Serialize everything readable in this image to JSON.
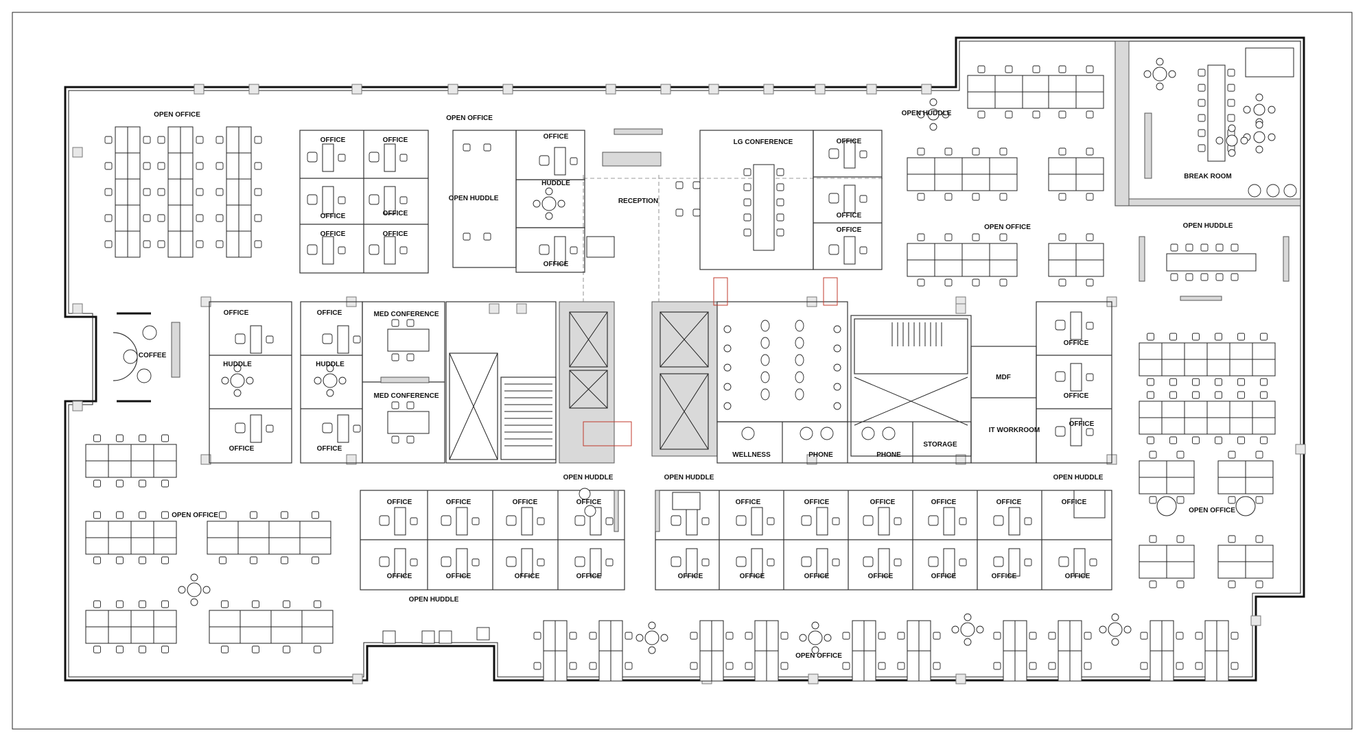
{
  "floor_plan": {
    "labels": {
      "open_office_nw": "OPEN OFFICE",
      "open_office_top_mid": "OPEN OFFICE",
      "office_1": "OFFICE",
      "office_2": "OFFICE",
      "office_3": "OFFICE",
      "office_4": "OFFICE",
      "office_5": "OFFICE",
      "office_6": "OFFICE",
      "office_7": "OFFICE",
      "office_8": "OFFICE",
      "huddle_top": "HUDDLE",
      "open_huddle_top": "OPEN HUDDLE",
      "reception": "RECEPTION",
      "lg_conference": "LG CONFERENCE",
      "office_9": "OFFICE",
      "office_10": "OFFICE",
      "office_11": "OFFICE",
      "open_huddle_ne": "OPEN HUDDLE",
      "break_room": "BREAK ROOM",
      "open_office_ne": "OPEN OFFICE",
      "open_huddle_east": "OPEN HUDDLE",
      "coffee": "COFFEE",
      "office_12": "OFFICE",
      "office_13": "OFFICE",
      "huddle_w1": "HUDDLE",
      "huddle_w2": "HUDDLE",
      "office_14": "OFFICE",
      "office_15": "OFFICE",
      "med_conference_1": "MED CONFERENCE",
      "med_conference_2": "MED CONFERENCE",
      "wellness": "WELLNESS",
      "phone_1": "PHONE",
      "phone_2": "PHONE",
      "storage": "STORAGE",
      "mdf": "MDF",
      "it_workroom": "IT WORKROOM",
      "office_16": "OFFICE",
      "office_17": "OFFICE",
      "office_18": "OFFICE",
      "open_office_w": "OPEN OFFICE",
      "open_huddle_s1": "OPEN HUDDLE",
      "open_huddle_s2": "OPEN HUDDLE",
      "open_huddle_s3": "OPEN HUDDLE",
      "open_huddle_sw": "OPEN HUDDLE",
      "open_office_e": "OPEN OFFICE",
      "open_office_s": "OPEN OFFICE",
      "office_row_top": "OFFICE",
      "office_row_bottom": "OFFICE"
    }
  }
}
